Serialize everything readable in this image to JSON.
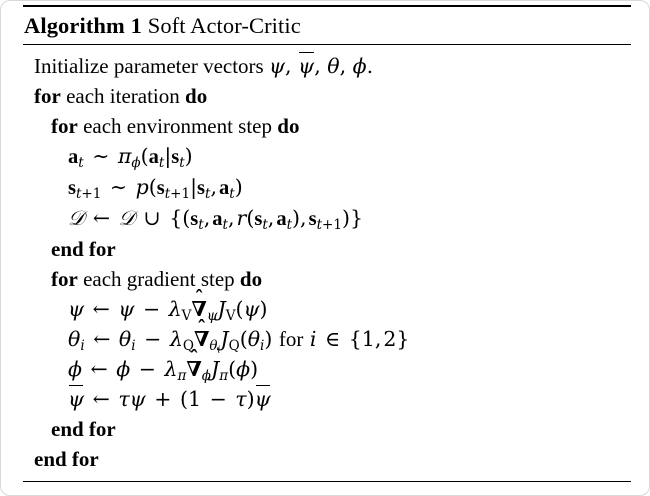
{
  "document": {
    "type": "algorithm-float",
    "title_keyword": "Algorithm 1",
    "title_name": "Soft Actor-Critic"
  },
  "algorithm": {
    "lines": [
      {
        "id": "initialize",
        "indent": 0,
        "text": "Initialize parameter vectors ψ, ψ̄, θ, ϕ."
      },
      {
        "id": "for-each-iteration",
        "indent": 0,
        "text": "for each iteration do"
      },
      {
        "id": "for-each-environment-step",
        "indent": 1,
        "text": "for each environment step do"
      },
      {
        "id": "sample-action",
        "indent": 2,
        "text": "a_t ~ π_ϕ(a_t|s_t)"
      },
      {
        "id": "sample-next-state",
        "indent": 2,
        "text": "s_{t+1} ~ p(s_{t+1}|s_t, a_t)"
      },
      {
        "id": "update-replay-buffer",
        "indent": 2,
        "text": "D ← D ∪ {(s_t, a_t, r(s_t, a_t), s_{t+1})}"
      },
      {
        "id": "end-for-environment",
        "indent": 1,
        "text": "end for"
      },
      {
        "id": "for-each-gradient-step",
        "indent": 1,
        "text": "for each gradient step do"
      },
      {
        "id": "update-psi",
        "indent": 2,
        "text": "ψ ← ψ − λ_V ∇̂_ψ J_V(ψ)"
      },
      {
        "id": "update-theta",
        "indent": 2,
        "text": "θ_i ← θ_i − λ_Q ∇̂_{θ_i} J_Q(θ_i) for i ∈ {1, 2}"
      },
      {
        "id": "update-phi",
        "indent": 2,
        "text": "ϕ ← ϕ − λ_π ∇̂_ϕ J_π(ϕ)"
      },
      {
        "id": "update-psi-bar",
        "indent": 2,
        "text": "ψ̄ ← τψ + (1 − τ)ψ̄"
      },
      {
        "id": "end-for-gradient",
        "indent": 1,
        "text": "end for"
      },
      {
        "id": "end-for-iteration",
        "indent": 0,
        "text": "end for"
      }
    ],
    "keywords": {
      "for": "for",
      "do": "do",
      "end_for": "end for",
      "each_iteration": "each iteration",
      "each_environment_step": "each environment step",
      "each_gradient_step": "each gradient step",
      "initialize_prefix": "Initialize parameter vectors",
      "for_i_in": "for"
    }
  },
  "colors": {
    "text": "#000000",
    "background": "#ffffff",
    "rule": "#000000",
    "frame_border": "#d8d8d8"
  }
}
